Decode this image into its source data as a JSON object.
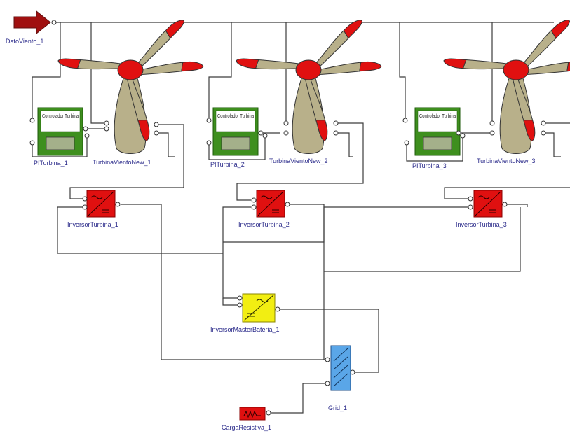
{
  "input": {
    "label": "DatoViento_1"
  },
  "controllers": [
    {
      "title": "Controlador Turbina",
      "label": "PITurbina_1"
    },
    {
      "title": "Controlador Turbina",
      "label": "PITurbina_2"
    },
    {
      "title": "Controlador Turbina",
      "label": "PITurbina_3"
    }
  ],
  "turbines": [
    {
      "label": "TurbinaVientoNew_1"
    },
    {
      "label": "TurbinaVientoNew_2"
    },
    {
      "label": "TurbinaVientoNew_3"
    }
  ],
  "inverters": [
    {
      "label": "InversorTurbina_1"
    },
    {
      "label": "InversorTurbina_2"
    },
    {
      "label": "InversorTurbina_3"
    }
  ],
  "master_inverter": {
    "label": "InversorMasterBateria_1"
  },
  "grid": {
    "label": "Grid_1"
  },
  "load": {
    "label": "CargaResistiva_1"
  },
  "colors": {
    "blade": "#b8b08a",
    "tip": "#e01010",
    "hub": "#e01010",
    "controller_outer": "#3e8f1e",
    "controller_inner": "#a4b08a",
    "inverter": "#e01010",
    "master_inverter": "#f2ee12",
    "grid": "#5aa6e8",
    "input_arrow": "#a01010"
  }
}
